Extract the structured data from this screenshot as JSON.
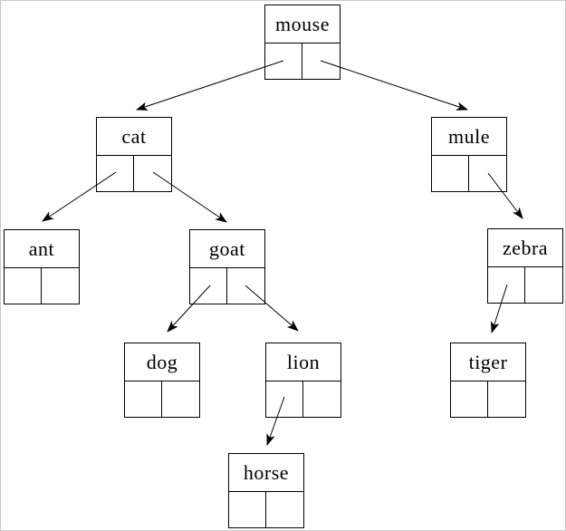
{
  "tree": {
    "kind": "binary-search-tree-diagram",
    "nodes": [
      {
        "id": "mouse",
        "label": "mouse"
      },
      {
        "id": "cat",
        "label": "cat"
      },
      {
        "id": "ant",
        "label": "ant"
      },
      {
        "id": "goat",
        "label": "goat"
      },
      {
        "id": "mule",
        "label": "mule"
      },
      {
        "id": "zebra",
        "label": "zebra"
      },
      {
        "id": "dog",
        "label": "dog"
      },
      {
        "id": "lion",
        "label": "lion"
      },
      {
        "id": "tiger",
        "label": "tiger"
      },
      {
        "id": "horse",
        "label": "horse"
      }
    ],
    "edges": [
      {
        "from": "mouse",
        "pointer": "left",
        "to": "cat"
      },
      {
        "from": "mouse",
        "pointer": "right",
        "to": "mule"
      },
      {
        "from": "cat",
        "pointer": "left",
        "to": "ant"
      },
      {
        "from": "cat",
        "pointer": "right",
        "to": "goat"
      },
      {
        "from": "goat",
        "pointer": "left",
        "to": "dog"
      },
      {
        "from": "goat",
        "pointer": "right",
        "to": "lion"
      },
      {
        "from": "mule",
        "pointer": "right",
        "to": "zebra"
      },
      {
        "from": "zebra",
        "pointer": "left",
        "to": "tiger"
      },
      {
        "from": "lion",
        "pointer": "left",
        "to": "horse"
      }
    ],
    "colors": {
      "node_stroke": "#000000",
      "text": "#000000",
      "background": "#ffffff",
      "frame_border": "#c9c9c9"
    }
  }
}
